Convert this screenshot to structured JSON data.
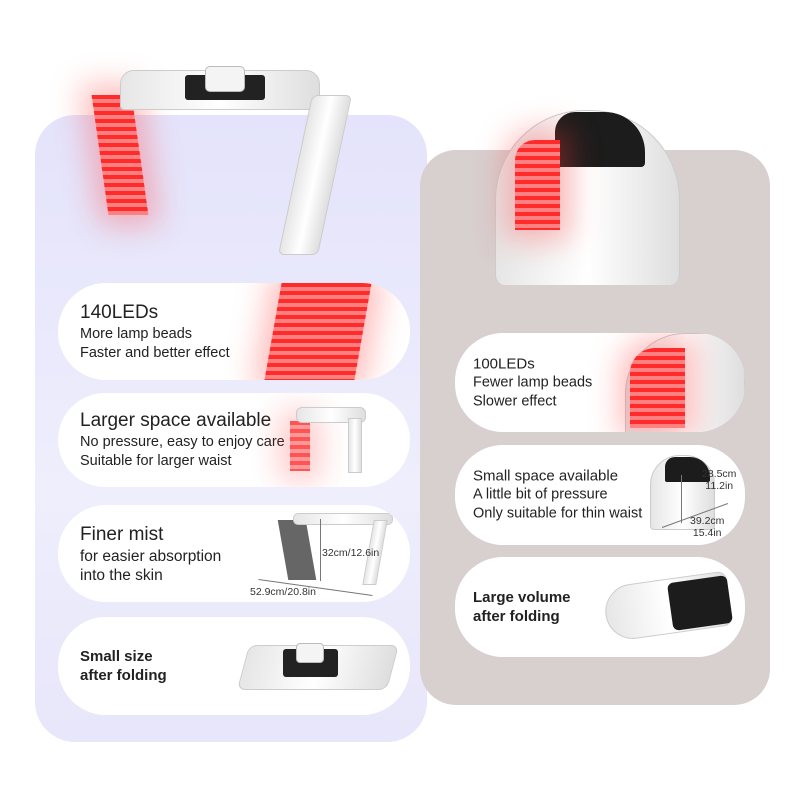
{
  "left": {
    "cards": [
      {
        "title": "140LEDs",
        "lines": [
          "More lamp beads",
          "Faster and better effect"
        ]
      },
      {
        "title": "Larger space available",
        "lines": [
          "No pressure, easy to enjoy care",
          "Suitable for larger waist"
        ]
      },
      {
        "title": "Finer mist",
        "lines": [
          "for easier absorption",
          "into the skin"
        ],
        "dim_height": "32cm/12.6in",
        "dim_width": "52.9cm/20.8in"
      },
      {
        "title": "Small size",
        "lines": [
          "after folding"
        ]
      }
    ]
  },
  "right": {
    "cards": [
      {
        "title": "100LEDs",
        "lines": [
          "Fewer lamp beads",
          "Slower effect"
        ]
      },
      {
        "title": "Small space available",
        "lines": [
          "A little bit of pressure",
          "Only suitable for thin waist"
        ],
        "dim_height": [
          "28.5cm",
          "11.2in"
        ],
        "dim_width": [
          "39.2cm",
          "15.4in"
        ]
      },
      {
        "title": "Large volume",
        "lines": [
          "after folding"
        ]
      }
    ]
  },
  "colors": {
    "left_panel": "#e6e5fb",
    "right_panel": "#d8cfcf",
    "led_red": "#ff2a2a"
  }
}
